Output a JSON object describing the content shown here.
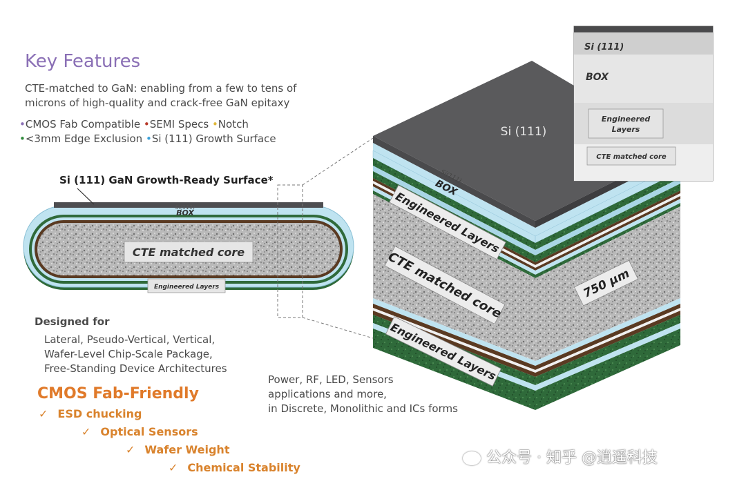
{
  "key_features": {
    "title": "Key Features",
    "cte_text_1": "CTE-matched to GaN: enabling from a few to tens of",
    "cte_text_2": "microns of high-quality and crack-free GaN epitaxy",
    "features_row1": [
      {
        "label": "CMOS Fab Compatible",
        "color": "#8a6fb5"
      },
      {
        "label": "SEMI Specs",
        "color": "#b83a2a"
      },
      {
        "label": "Notch",
        "color": "#e0b83a"
      }
    ],
    "features_row2": [
      {
        "label": "<3mm Edge Exclusion",
        "color": "#2e8a3a"
      },
      {
        "label": "Si (111) Growth Surface",
        "color": "#3aa0d8"
      }
    ]
  },
  "wafer": {
    "surface_label": "Si (111) GaN Growth-Ready Surface*",
    "si_tiny": "Si(111)",
    "box_label": "BOX",
    "core_label": "CTE matched core",
    "engineered_label": "Engineered Layers"
  },
  "designed_for": {
    "title": "Designed for",
    "items": [
      "Lateral, Pseudo-Vertical, Vertical,",
      "Wafer-Level Chip-Scale Package,",
      "Free-Standing Device Architectures"
    ]
  },
  "cmos": {
    "title": "CMOS Fab-Friendly",
    "items": [
      "ESD chucking",
      "Optical Sensors",
      "Wafer Weight",
      "Chemical Stability"
    ],
    "check": "✓"
  },
  "applications": [
    "Power, RF, LED, Sensors",
    "applications and more,",
    "in Discrete, Monolithic and ICs forms"
  ],
  "cube": {
    "top_label": "Si (111)",
    "si_tiny": "Si(111)",
    "box_label": "BOX",
    "engineered_top": "Engineered Layers",
    "core_label": "CTE matched core",
    "thickness": "750 µm",
    "engineered_bottom": "Engineered Layers"
  },
  "inset": {
    "si_label": "Si (111)",
    "box_label": "BOX",
    "engineered_label_1": "Engineered",
    "engineered_label_2": "Layers",
    "core_label": "CTE matched core"
  },
  "watermark": "公众号 · 知乎 @逍遥科技",
  "colors": {
    "title_purple": "#8a6fb5",
    "orange": "#e07a2a",
    "box_blue": "#bfe3f0",
    "green_layer": "#2f6a3a",
    "brown_layer": "#5a3a22",
    "si_gray": "#5a5a5c"
  }
}
